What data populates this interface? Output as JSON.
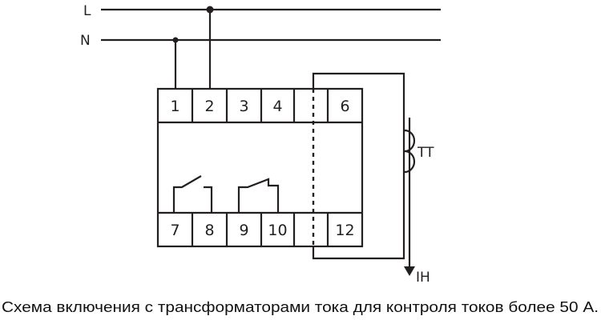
{
  "lines": {
    "L": "L",
    "N": "N"
  },
  "terminals_top": [
    "1",
    "2",
    "3",
    "4",
    "",
    "6"
  ],
  "terminals_bottom": [
    "7",
    "8",
    "9",
    "10",
    "",
    "12"
  ],
  "current_transformer": "TT",
  "load_current": "IH",
  "caption": "Схема включения с трансформаторами тока для контроля токов более 50 А.",
  "colors": {
    "stroke": "#231f20"
  }
}
